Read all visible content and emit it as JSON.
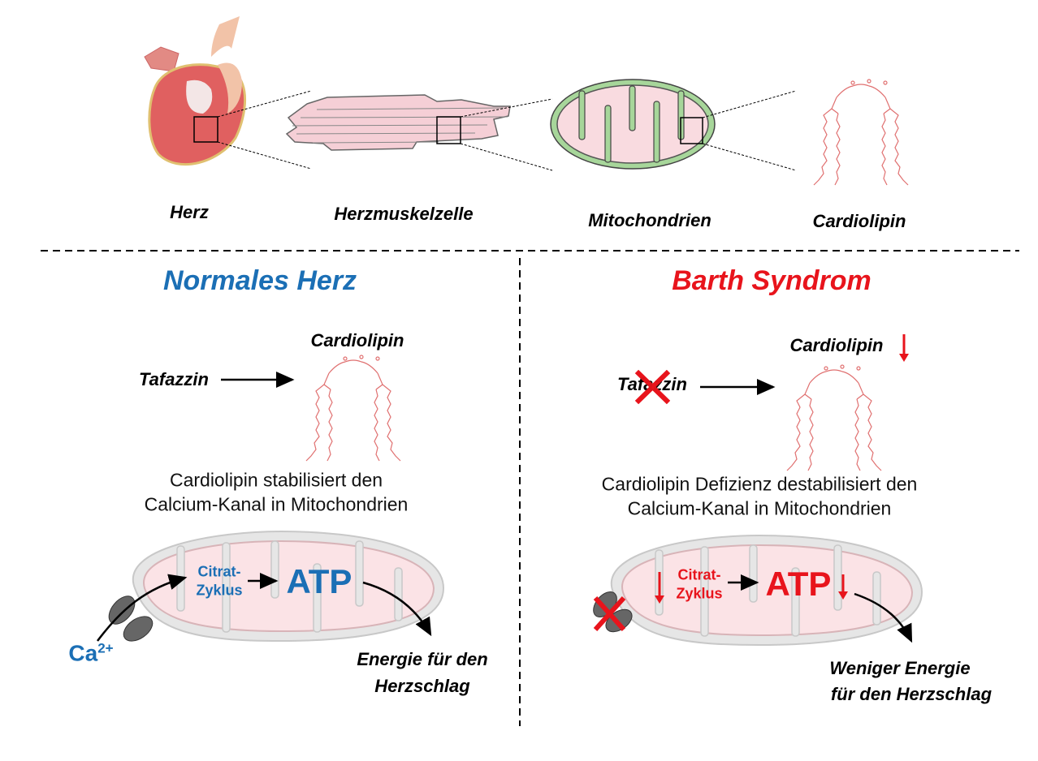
{
  "top": {
    "labels": [
      "Herz",
      "Herzmuskelzelle",
      "Mitochondrien",
      "Cardiolipin"
    ]
  },
  "normal": {
    "title": "Normales Herz",
    "enzyme": "Tafazzin",
    "product": "Cardiolipin",
    "description_line1": "Cardiolipin stabilisiert den",
    "description_line2": "Calcium-Kanal in Mitochondrien",
    "cycle_line1": "Citrat-",
    "cycle_line2": "Zyklus",
    "atp": "ATP",
    "ion": "Ca",
    "ion_charge": "2+",
    "result_line1": "Energie für den",
    "result_line2": "Herzschlag"
  },
  "barth": {
    "title": "Barth Syndrom",
    "enzyme": "Tafazzin",
    "product": "Cardiolipin",
    "description_line1": "Cardiolipin Defizienz destabilisiert den",
    "description_line2": "Calcium-Kanal in Mitochondrien",
    "cycle_line1": "Citrat-",
    "cycle_line2": "Zyklus",
    "atp": "ATP",
    "result_line1": "Weniger Energie",
    "result_line2": "für den Herzschlag"
  },
  "colors": {
    "normal": "#1b6fb5",
    "barth": "#e8141c",
    "lipid": "#e07070"
  }
}
